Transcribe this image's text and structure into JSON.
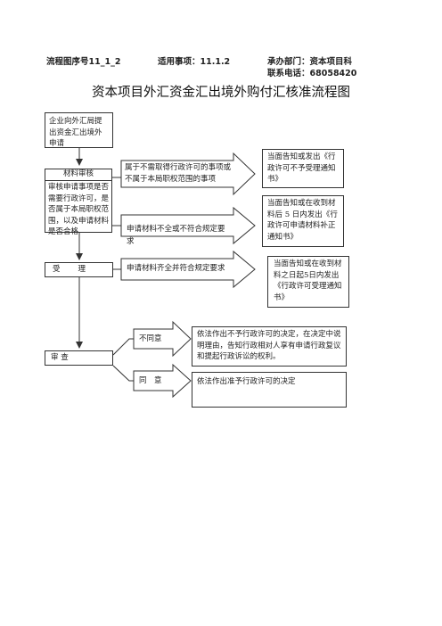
{
  "header": {
    "flow_no": "流程图序号11_1_2",
    "applicable": "适用事项：11.1.2",
    "dept": "承办部门：资本项目科",
    "phone": "联系电话：68058420"
  },
  "title": "资本项目外汇资金汇出境外购付汇核准流程图",
  "steps": {
    "apply": "企业向外汇局提出资金汇出境外申请",
    "review_title": "材料审核",
    "review_body": "审核申请事项是否需要行政许可，是否属于本局职权范围，以及申请材料是否合格",
    "accept": "受　　理",
    "examine": "审 查"
  },
  "conditions": {
    "not_required": "属于不需取得行政许可的事项或不属于本局职权范围的事项",
    "incomplete": "申请材料不全或不符合规定要求",
    "complete": "申请材料齐全并符合规定要求",
    "disagree": "不同意",
    "agree": "同　意"
  },
  "results": {
    "r1": "当面告知或发出《行政许可不予受理通知书》",
    "r2": "当面告知或在收到材料后 5 日内发出《行政许可申请材料补正通知书》",
    "r3": "当面告知或在收到材料之日起5日内发出《行政许可受理通知书》",
    "r4": "依法作出不予行政许可的决定，在决定中说明理由，告知行政相对人享有申请行政复议和提起行政诉讼的权利。",
    "r5": "依法作出准予行政许可的决定"
  }
}
